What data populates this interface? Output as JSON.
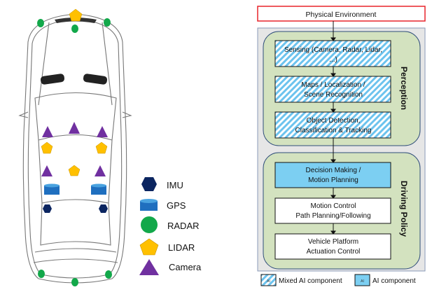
{
  "legend": {
    "imu": "IMU",
    "gps": "GPS",
    "radar": "RADAR",
    "lidar": "LIDAR",
    "camera": "Camera"
  },
  "colors": {
    "imu": "#0b2560",
    "gps": "#1f6fbf",
    "radar": "#12a84a",
    "lidar": "#ffc000",
    "camera": "#7030a0",
    "stage_green": "#d3e2bf",
    "ai_blue": "#7ccff2",
    "env_border": "#e8232a"
  },
  "pipeline": {
    "environment": "Physical Environment",
    "perception": {
      "title": "Perception",
      "boxes": [
        {
          "line1": "Sensing (Camera, Radar, Lidar,",
          "line2": "...)",
          "type": "mixed"
        },
        {
          "line1": "Maps / Localization /",
          "line2": "Scene Recognition",
          "type": "mixed"
        },
        {
          "line1": "Object Detection,",
          "line2": "Classification & Tracking",
          "type": "mixed"
        }
      ]
    },
    "driving_policy": {
      "title": "Driving Policy",
      "boxes": [
        {
          "line1": "Decision Making /",
          "line2": "Motion Planning",
          "type": "ai"
        },
        {
          "line1": "Motion Control",
          "line2": "Path Planning/Following",
          "type": "none"
        },
        {
          "line1": "Vehicle Platform",
          "line2": "Actuation Control",
          "type": "none"
        }
      ]
    }
  },
  "key": {
    "swatch_label": "AI",
    "mixed": "Mixed AI component",
    "ai": "AI component"
  }
}
